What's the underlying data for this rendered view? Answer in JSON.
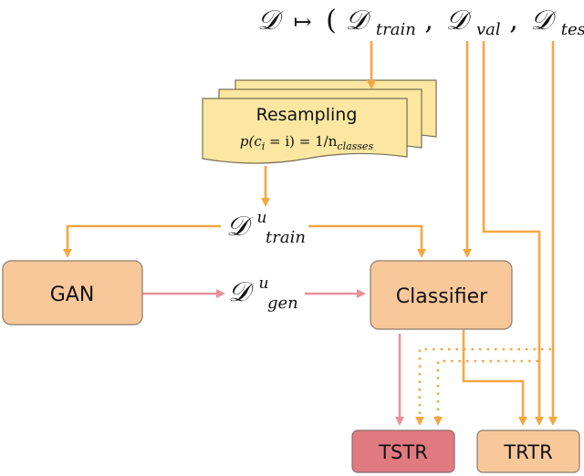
{
  "nodes": {
    "resampling": {
      "label": "Resampling",
      "formula_main": "p(c",
      "formula_i": "i",
      "formula_mid": " = i) = 1/n",
      "formula_sub": "classes"
    },
    "gan": {
      "label": "GAN"
    },
    "classifier": {
      "label": "Classifier"
    },
    "tstr": {
      "label": "TSTR"
    },
    "trtr": {
      "label": "TRTR"
    }
  },
  "math": {
    "dataset_split": {
      "D": "𝒟",
      "maps_to": "↦",
      "open": "(",
      "train_sub": "train",
      "val_sub": "val",
      "test_sub": "test",
      "comma": ",",
      "close": ")"
    },
    "d_train_u": {
      "D": "𝒟",
      "sup": "u",
      "sub": "train"
    },
    "d_gen_u": {
      "D": "𝒟",
      "sup": "u",
      "sub": "gen"
    }
  },
  "colors": {
    "orange_arrow": "#f5a742",
    "pink_arrow": "#e8909a",
    "node_fill": "#f9c89a",
    "node_stroke": "#8a7a6a",
    "tstr_fill": "#e07a80",
    "resample_fill": "#fbe7a1"
  }
}
